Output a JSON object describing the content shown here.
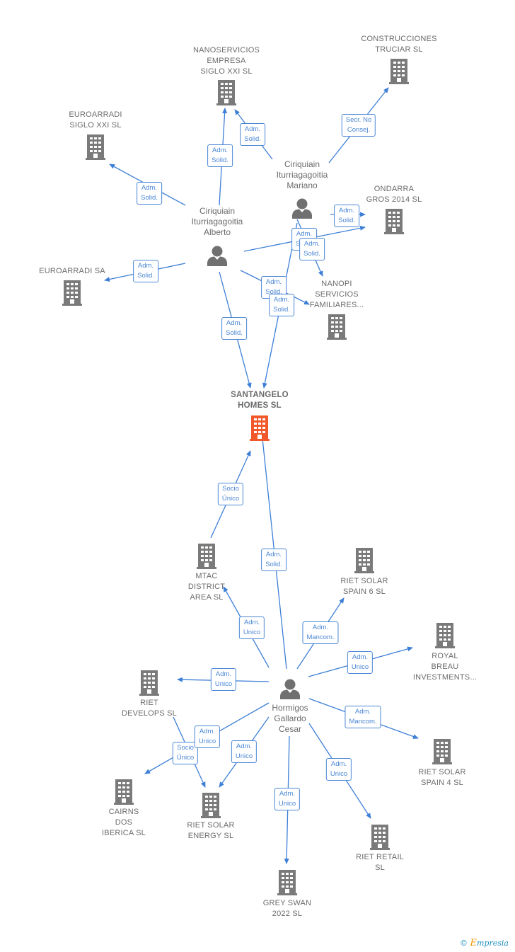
{
  "colors": {
    "edge": "#3d7fd6",
    "box": "#4a86d4",
    "building": "#7a7a7a",
    "main_building": "#f1592a",
    "person": "#707070"
  },
  "companies": [
    {
      "id": "nanoservicios",
      "lines": [
        "NANOSERVICIOS",
        "EMPRESA",
        "SIGLO XXI  SL"
      ],
      "icon": "building-icon"
    },
    {
      "id": "construcciones",
      "lines": [
        "CONSTRUCCIONES",
        "TRUCIAR  SL"
      ],
      "icon": "building-icon"
    },
    {
      "id": "euroarradi-siglo",
      "lines": [
        "EUROARRADI",
        "SIGLO XXI  SL"
      ],
      "icon": "building-icon"
    },
    {
      "id": "ondarra",
      "lines": [
        "ONDARRA",
        "GROS 2014  SL"
      ],
      "icon": "building-icon"
    },
    {
      "id": "euroarradi-sa",
      "lines": [
        "EUROARRADI SA"
      ],
      "icon": "building-icon"
    },
    {
      "id": "nanopi",
      "lines": [
        "NANOPI",
        "SERVICIOS",
        "FAMILIARES..."
      ],
      "icon": "building-icon"
    },
    {
      "id": "santangelo",
      "lines": [
        "SANTANGELO",
        "HOMES  SL"
      ],
      "icon": "building-icon",
      "main": true
    },
    {
      "id": "mtac",
      "lines": [
        "MTAC",
        "DISTRICT",
        "AREA  SL"
      ],
      "icon": "building-icon"
    },
    {
      "id": "riet-spain6",
      "lines": [
        "RIET SOLAR",
        "SPAIN 6  SL"
      ],
      "icon": "building-icon"
    },
    {
      "id": "royal-breau",
      "lines": [
        "ROYAL",
        "BREAU",
        "INVESTMENTS..."
      ],
      "icon": "building-icon"
    },
    {
      "id": "riet-develops",
      "lines": [
        "RIET",
        "DEVELOPS  SL"
      ],
      "icon": "building-icon"
    },
    {
      "id": "riet-spain4",
      "lines": [
        "RIET SOLAR",
        "SPAIN 4  SL"
      ],
      "icon": "building-icon"
    },
    {
      "id": "cairns",
      "lines": [
        "CAIRNS",
        "DOS",
        "IBERICA  SL"
      ],
      "icon": "building-icon"
    },
    {
      "id": "riet-energy",
      "lines": [
        "RIET SOLAR",
        "ENERGY  SL"
      ],
      "icon": "building-icon"
    },
    {
      "id": "riet-retail",
      "lines": [
        "RIET RETAIL",
        "SL"
      ],
      "icon": "building-icon"
    },
    {
      "id": "grey-swan",
      "lines": [
        "GREY SWAN",
        "2022  SL"
      ],
      "icon": "building-icon"
    }
  ],
  "persons": [
    {
      "id": "alberto",
      "lines": [
        "Ciriquiain",
        "Iturriagagoitia",
        "Alberto"
      ],
      "icon": "person-icon"
    },
    {
      "id": "mariano",
      "lines": [
        "Ciriquiain",
        "Iturriagagoitia",
        "Mariano"
      ],
      "icon": "person-icon"
    },
    {
      "id": "cesar",
      "lines": [
        "Hormigos",
        "Gallardo",
        "Cesar"
      ],
      "icon": "person-icon"
    }
  ],
  "relations": [
    {
      "from": "alberto",
      "to": "euroarradi-siglo",
      "role": [
        "Adm.",
        "Solid."
      ]
    },
    {
      "from": "alberto",
      "to": "nanoservicios",
      "role": [
        "Adm.",
        "Solid."
      ]
    },
    {
      "from": "mariano",
      "to": "nanoservicios",
      "role": [
        "Adm.",
        "Solid."
      ]
    },
    {
      "from": "mariano",
      "to": "construcciones",
      "role": [
        "Secr.  No",
        "Consej."
      ]
    },
    {
      "from": "alberto",
      "to": "euroarradi-sa",
      "role": [
        "Adm.",
        "Solid."
      ]
    },
    {
      "from": "alberto",
      "to": "ondarra",
      "role": [
        "Adm.",
        "Solid."
      ]
    },
    {
      "from": "mariano",
      "to": "ondarra",
      "role": [
        "Adm.",
        "Solid."
      ]
    },
    {
      "from": "mariano",
      "to": "nanopi",
      "role": [
        "Adm.",
        "Solid."
      ]
    },
    {
      "from": "alberto",
      "to": "nanopi",
      "role": [
        "Adm.",
        "Solid."
      ]
    },
    {
      "from": "alberto",
      "to": "santangelo",
      "role": [
        "Adm.",
        "Solid."
      ]
    },
    {
      "from": "mariano",
      "to": "santangelo",
      "role": [
        "Adm.",
        "Solid."
      ]
    },
    {
      "from": "mtac",
      "to": "santangelo",
      "role": [
        "Socio",
        "Único"
      ]
    },
    {
      "from": "cesar",
      "to": "santangelo",
      "role": [
        "Adm.",
        "Solid."
      ]
    },
    {
      "from": "cesar",
      "to": "mtac",
      "role": [
        "Adm.",
        "Unico"
      ]
    },
    {
      "from": "cesar",
      "to": "riet-spain6",
      "role": [
        "Adm.",
        "Mancom."
      ]
    },
    {
      "from": "cesar",
      "to": "royal-breau",
      "role": [
        "Adm.",
        "Unico"
      ]
    },
    {
      "from": "cesar",
      "to": "riet-develops",
      "role": [
        "Adm.",
        "Unico"
      ]
    },
    {
      "from": "cesar",
      "to": "riet-spain4",
      "role": [
        "Adm.",
        "Mancom."
      ]
    },
    {
      "from": "cesar",
      "to": "cairns",
      "role": [
        "Socio",
        "Único"
      ]
    },
    {
      "from": "cesar",
      "to": "riet-energy",
      "role": [
        "Adm.",
        "Unico"
      ]
    },
    {
      "from": "cesar",
      "to": "riet-energy",
      "role": [
        "Adm.",
        "Unico"
      ]
    },
    {
      "from": "cesar",
      "to": "riet-retail",
      "role": [
        "Adm.",
        "Unico"
      ]
    },
    {
      "from": "cesar",
      "to": "grey-swan",
      "role": [
        "Adm.",
        "Unico"
      ]
    }
  ],
  "footer": {
    "copyright": "©",
    "brand_initial": "E",
    "brand_rest": "mpresia"
  }
}
